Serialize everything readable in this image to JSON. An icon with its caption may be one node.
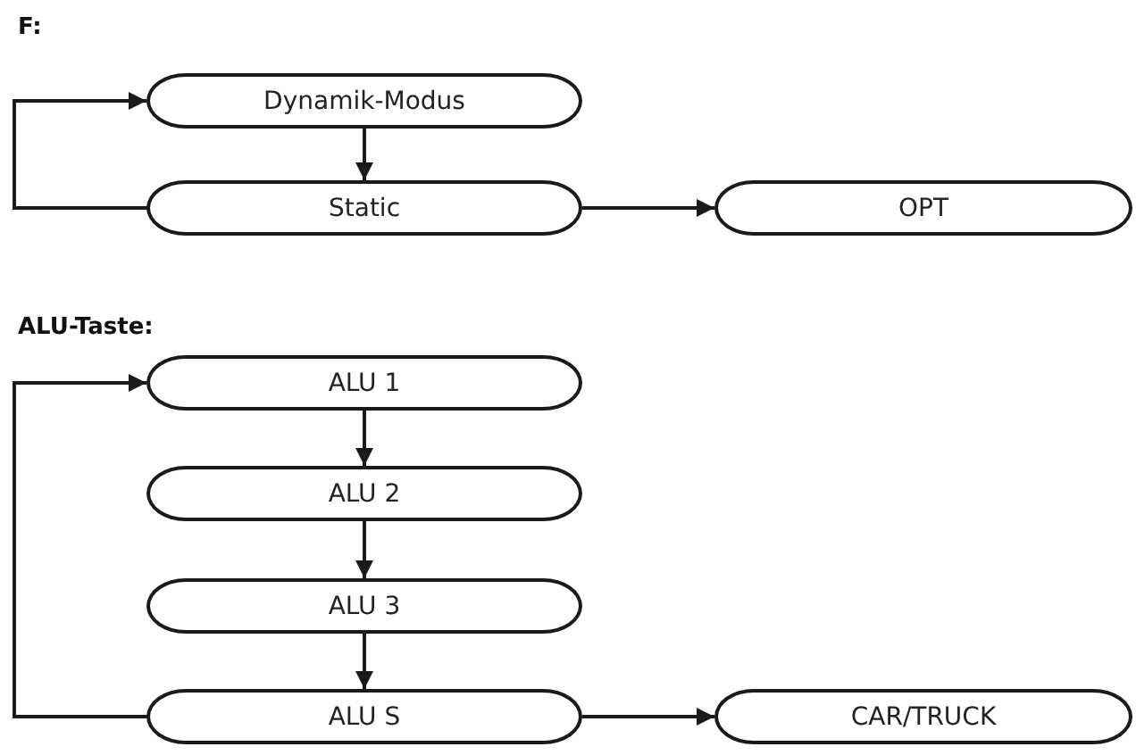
{
  "diagram": {
    "nodes": [
      {
        "text": [
          "Dynamik-Modus"
        ]
      },
      {
        "text": [
          "Static"
        ]
      },
      {
        "text": [
          "OPT"
        ]
      },
      {
        "text": [
          "ALU 1"
        ]
      },
      {
        "text": [
          "ALU 2"
        ]
      },
      {
        "text": [
          "ALU 3"
        ]
      },
      {
        "text": [
          "ALU S"
        ]
      },
      {
        "text": [
          "CAR/TRUCK"
        ]
      }
    ],
    "edges": [
      {
        "from": 0,
        "to": 1,
        "arrow": "to"
      },
      {
        "from": 1,
        "to": 0,
        "arrow": "to"
      },
      {
        "from": 1,
        "to": 2,
        "arrow": "to"
      },
      {
        "from": 3,
        "to": 4,
        "arrow": "to"
      },
      {
        "from": 4,
        "to": 5,
        "arrow": "to"
      },
      {
        "from": 5,
        "to": 6,
        "arrow": "to"
      },
      {
        "from": 6,
        "to": 3,
        "arrow": "to"
      },
      {
        "from": 6,
        "to": 7,
        "arrow": "to"
      }
    ],
    "labels": [
      "F:",
      "ALU-Taste:"
    ]
  }
}
